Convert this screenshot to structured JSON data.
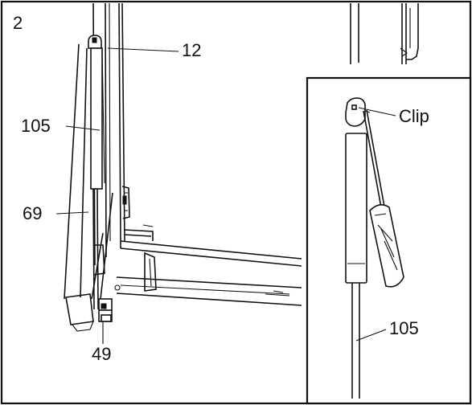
{
  "figure": {
    "step_number": "2",
    "callouts": {
      "part_12": "12",
      "part_105_main": "105",
      "part_69": "69",
      "part_49": "49",
      "clip": "Clip",
      "part_105_inset": "105"
    }
  }
}
